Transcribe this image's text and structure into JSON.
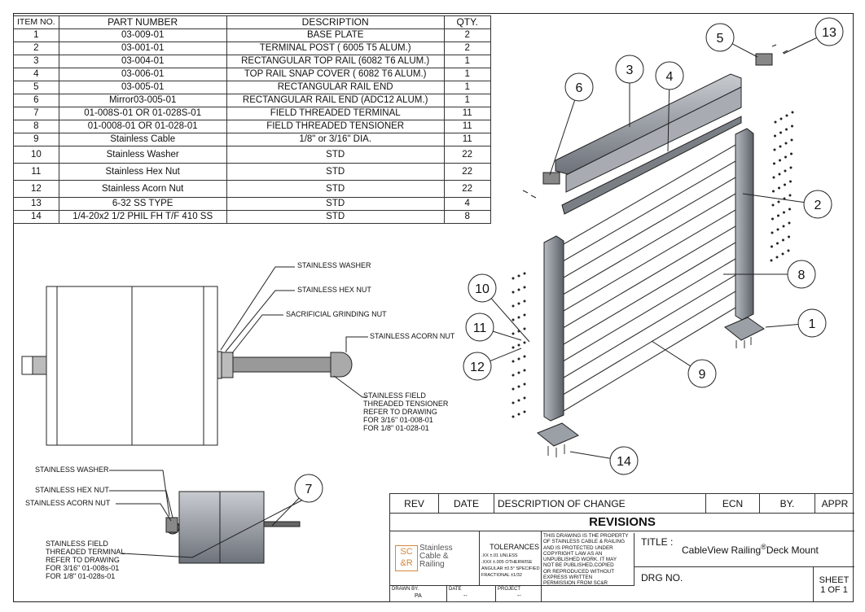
{
  "bom": {
    "headers": [
      "ITEM NO.",
      "PART NUMBER",
      "DESCRIPTION",
      "QTY."
    ],
    "rows": [
      [
        "1",
        "03-009-01",
        "BASE PLATE",
        "2"
      ],
      [
        "2",
        "03-001-01",
        "TERMINAL POST ( 6005 T5 ALUM.)",
        "2"
      ],
      [
        "3",
        "03-004-01",
        "RECTANGULAR TOP RAIL (6082 T6 ALUM.)",
        "1"
      ],
      [
        "4",
        "03-006-01",
        "TOP RAIL SNAP COVER ( 6082 T6 ALUM.)",
        "1"
      ],
      [
        "5",
        "03-005-01",
        "RECTANGULAR RAIL END",
        "1"
      ],
      [
        "6",
        "Mirror03-005-01",
        "RECTANGULAR RAIL END (ADC12 ALUM.)",
        "1"
      ],
      [
        "7",
        "01-008S-01 OR 01-028S-01",
        "FIELD THREADED TERMINAL",
        "11"
      ],
      [
        "8",
        "01-0008-01 OR 01-028-01",
        "FIELD THREADED TENSIONER",
        "11"
      ],
      [
        "9",
        "Stainless Cable",
        "1/8\" or 3/16\" DIA.",
        "11"
      ],
      [
        "10",
        "Stainless Washer",
        "STD",
        "22"
      ],
      [
        "11",
        "Stainless Hex Nut",
        "STD",
        "22"
      ],
      [
        "12",
        "Stainless Acorn Nut",
        "STD",
        "22"
      ],
      [
        "13",
        "6-32 SS TYPE",
        "STD",
        "4"
      ],
      [
        "14",
        "1/4-20x2 1/2 PHIL FH T/F 410 SS",
        "STD",
        "8"
      ]
    ]
  },
  "detail_tensioner": {
    "labels": [
      "STAINLESS WASHER",
      "STAINLESS HEX NUT",
      "SACRIFICIAL GRINDING NUT",
      "STAINLESS ACORN NUT"
    ],
    "note": [
      "STAINLESS FIELD",
      "THREADED TENSIONER",
      "REFER TO DRAWING",
      "FOR 3/16\" 01-008-01",
      "FOR 1/8\" 01-028-01"
    ]
  },
  "detail_terminal": {
    "labels": [
      "STAINLESS WASHER",
      "STAINLESS HEX NUT",
      "STAINLESS ACORN NUT"
    ],
    "note": [
      "STAINLESS FIELD",
      "THREADED TERMINAL",
      "REFER TO DRAWING",
      "FOR 3/16\" 01-008s-01",
      "FOR 1/8\" 01-028s-01"
    ],
    "balloon": "7"
  },
  "balloons": [
    "1",
    "2",
    "3",
    "4",
    "5",
    "6",
    "8",
    "9",
    "10",
    "11",
    "12",
    "13",
    "14"
  ],
  "revisions": {
    "headers": [
      "REV",
      "DATE",
      "DESCRIPTION OF CHANGE",
      "ECN",
      "BY.",
      "APPR"
    ],
    "title": "REVISIONS"
  },
  "title_block": {
    "logo_letters": [
      "SC",
      "&R"
    ],
    "logo_text": [
      "Stainless",
      "Cable &",
      "Railing"
    ],
    "tolerances_title": "TOLERANCES",
    "tolerances": ".XX ±.01      UNLESS\n.XXX ±.005     OTHERWISE\nANGULAR ±0.5°  SPECIFIED\nFRACTIONAL ±1/32",
    "notice": "THIS DRAWING IS THE PROPERTY\nOF STAINLESS CABLE & RAILING\nAND IS PROTECTED UNDER\nCOPYRIGHT LAW AS AN\nUNPUBLISHED WORK. IT MAY\nNOT BE PUBLISHED,COPIED\nOR REPRODUCED WITHOUT\nEXPRESS WRITTEN\nPERMISSION FROM SC&R",
    "title_label": "TITLE :",
    "title_value": "CableView Railing",
    "title_reg": "®",
    "title_suffix": "Deck Mount",
    "drg_label": "DRG NO.",
    "drawn_by_label": "DRAWN BY.",
    "drawn_by_value": "PA",
    "date_label": "DATE",
    "date_value": "--",
    "project_label": "PROJECT",
    "project_value": "--",
    "sheet_label": "SHEET",
    "sheet_value": "1 OF 1"
  },
  "colors": {
    "line": "#222222",
    "metal": "#8a8f96",
    "metal_dark": "#5c6168",
    "accent": "#d4873a"
  }
}
